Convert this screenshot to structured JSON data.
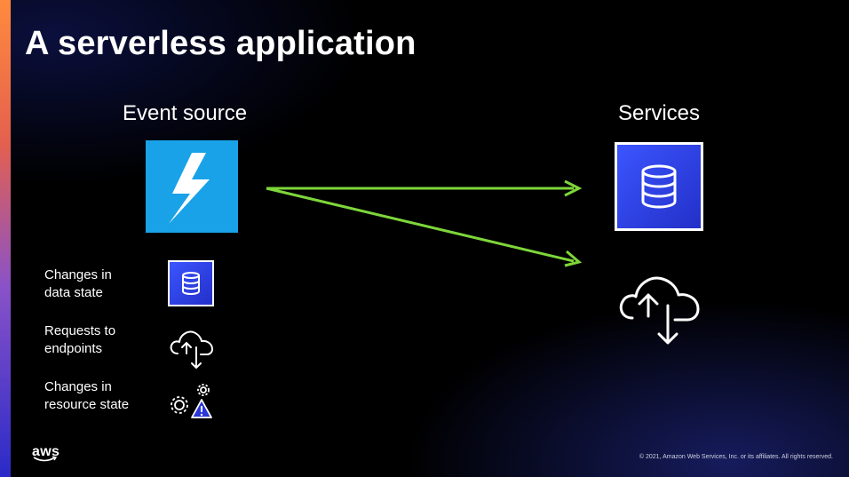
{
  "slide": {
    "title": "A serverless application",
    "event_source_header": "Event source",
    "services_header": "Services",
    "rows": [
      {
        "line1": "Changes in",
        "line2": "data state",
        "icon": "database-icon"
      },
      {
        "line1": "Requests to",
        "line2": "endpoints",
        "icon": "cloud-upload-download-icon"
      },
      {
        "line1": "Changes in",
        "line2": "resource state",
        "icon": "gears-warning-icon"
      }
    ],
    "footer": {
      "logo": "aws",
      "copyright": "© 2021, Amazon Web Services, Inc. or its affiliates. All rights reserved."
    }
  },
  "colors": {
    "event_source_tile": "#1aa2e8",
    "database_tile": "#2f44f0",
    "arrow": "#7ed63a",
    "accent_top": "#ff8a3d",
    "accent_bottom": "#2a2ac8"
  }
}
